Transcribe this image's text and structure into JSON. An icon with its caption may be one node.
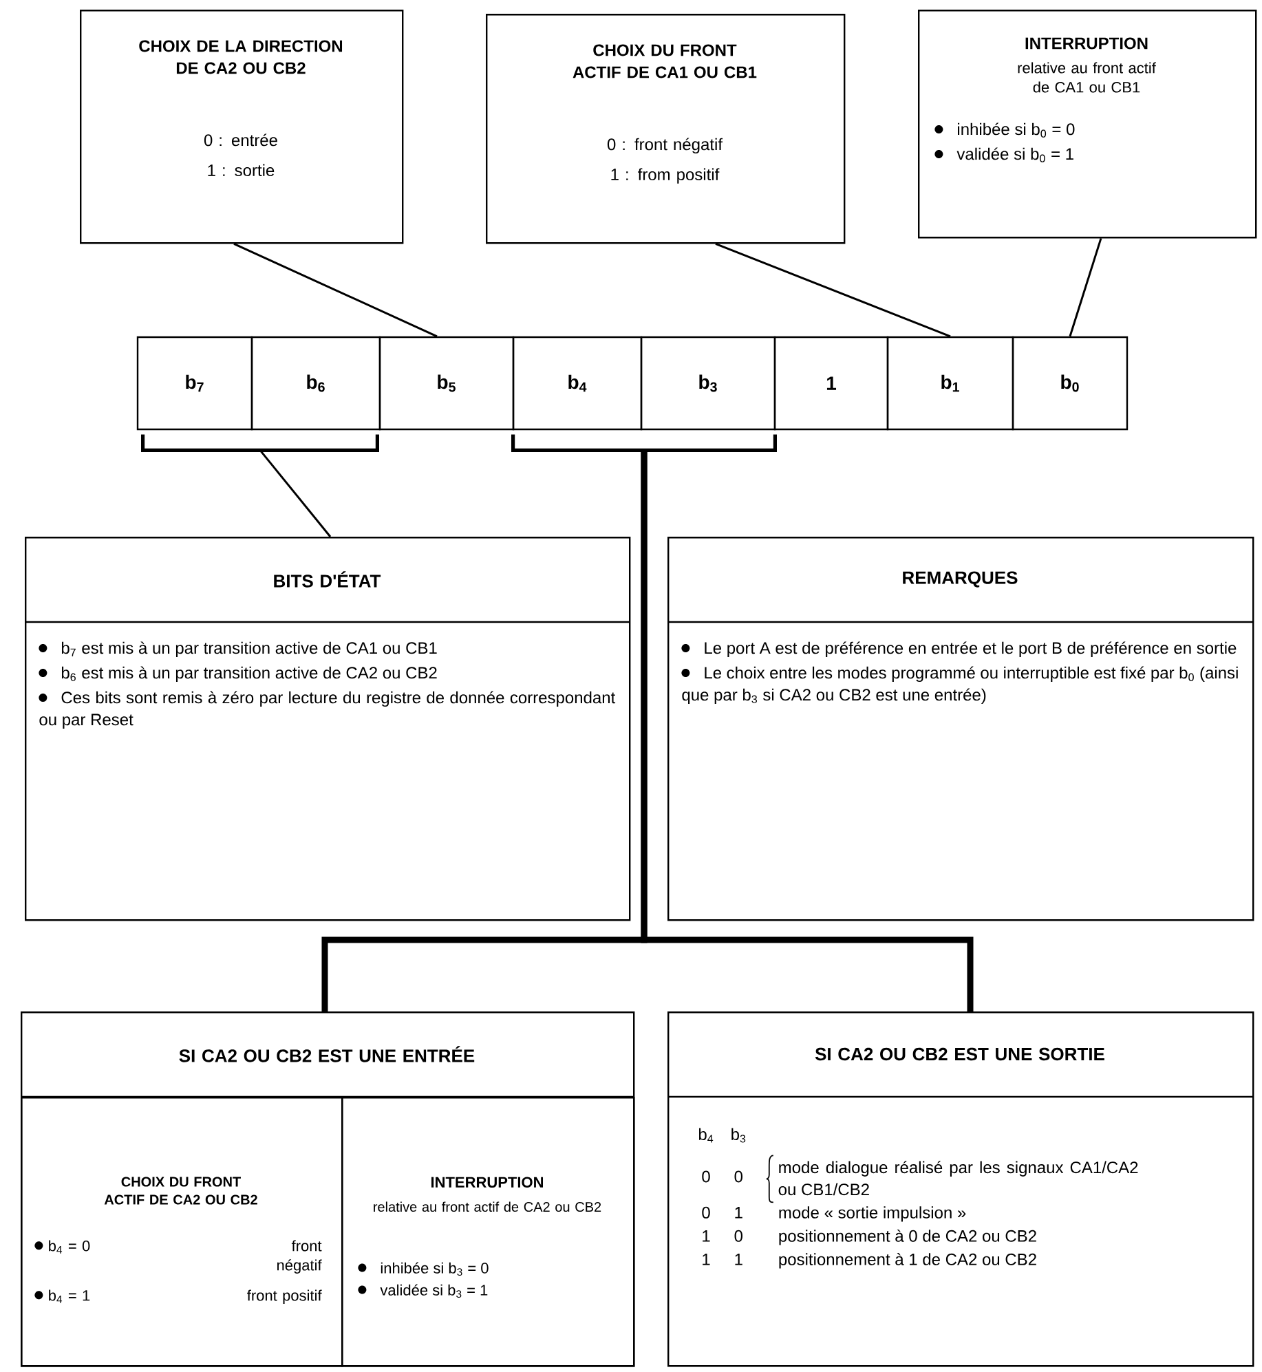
{
  "diagram": {
    "nodes": [
      {
        "text": [
          "CHOIX DE LA DIRECTION DE CA2 OU CB2",
          "0 : entrée",
          "1 : sortie"
        ]
      },
      {
        "text": [
          "CHOIX DU FRONT ACTIF DE CA1 OU CB1",
          "0 : front négatif",
          "1 : from positif"
        ]
      },
      {
        "text": [
          "INTERRUPTION",
          "relative au front actif de CA1 ou CB1",
          "inhibée si b$_{0}$ = 0",
          "validée si b$_{0}$ = 1"
        ]
      },
      {
        "text": [
          "b$_{7}$"
        ]
      },
      {
        "text": [
          "b$_{6}$"
        ]
      },
      {
        "text": [
          "b$_{5}$"
        ]
      },
      {
        "text": [
          "b$_{4}$"
        ]
      },
      {
        "text": [
          "b$_{3}$"
        ]
      },
      {
        "text": [
          "1"
        ]
      },
      {
        "text": [
          "b$_{1}$"
        ]
      },
      {
        "text": [
          "b$_{0}$"
        ]
      },
      {
        "text": [],
        "shape": "bracket"
      },
      {
        "text": [],
        "shape": "bracket"
      },
      {
        "text": [
          "BITS D'ÉTAT",
          "b$_{7}$ est mis à un par transition active de CA1 ou CB1",
          "b$_{6}$ est mis à un par transition active de CA2 ou CB2",
          "Ces bits sont remis à zéro par lecture du registre de donnée correspondant ou par Reset"
        ]
      },
      {
        "text": [
          "REMARQUES",
          "Le port A est de préférence en entrée et le port B de préférence en sortie",
          "Le choix entre les modes programmé ou interruptible est fixé par b$_{0}$ (ainsi que par b$_{3}$ si CA2 ou CB2 est une entrée)"
        ]
      },
      {
        "text": [
          "SI CA2 OU CB2 EST UNE ENTRÉE"
        ]
      },
      {
        "text": [
          "CHOIX DU FRONT ACTIF DE CA2 OU CB2",
          "b$_{4}$ = 0",
          "front négatif",
          "b$_{4}$ = 1",
          "front positif"
        ],
        "in": 15
      },
      {
        "text": [
          "INTERRUPTION",
          "relative au front actif de CA2 ou CB2",
          "inhibée si b$_{3}$ = 0",
          "validée si b$_{3}$ = 1"
        ],
        "in": 15
      },
      {
        "text": [
          "SI CA2 OU CB2 EST UNE SORTIE",
          "b$_{4}$",
          "b$_{3}$",
          "0",
          "0",
          "mode dialogue réalisé par les signaux CA1/CA2 ou CB1/CB2",
          "0",
          "1",
          "mode « sortie impulsion »",
          "1",
          "0",
          "positionnement à 0 de CA2 ou CB2",
          "1",
          "1",
          "positionnement à 1 de CA2 ou CB2"
        ]
      }
    ],
    "edges": [
      {
        "from": 0,
        "to": 5,
        "arrow": "none"
      },
      {
        "from": 1,
        "to": 9,
        "arrow": "none"
      },
      {
        "from": 2,
        "to": 10,
        "arrow": "none"
      },
      {
        "from": 11,
        "to": 13,
        "arrow": "none"
      },
      {
        "from": 12,
        "to": 15,
        "arrow": "none",
        "style": "thick"
      },
      {
        "from": 12,
        "to": 18,
        "arrow": "none",
        "style": "thick"
      }
    ]
  }
}
